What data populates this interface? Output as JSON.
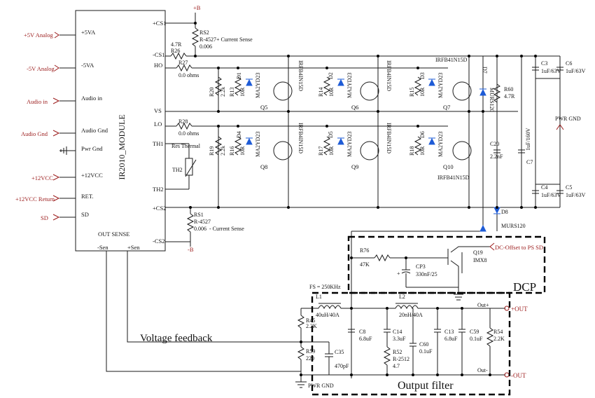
{
  "module": {
    "name": "IR2010_MODULE",
    "out_sense": "OUT SENSE",
    "left_pins": [
      "+5VA",
      "-5VA",
      "Audio in",
      "Audio Gnd",
      "Pwr Gnd",
      "+12VCC",
      "RET.",
      "SD"
    ],
    "right_pins": [
      "+CS1",
      "-CS1",
      "HO",
      "VS",
      "LO",
      "TH1",
      "TH2",
      "+CS2",
      "-CS2"
    ],
    "res_thermal": "Res Thermal",
    "th2": "TH2",
    "bottom_pins": [
      "-Sen",
      "+Sen"
    ]
  },
  "ports": [
    "+5V Analog",
    "-5V Analog",
    "Audio in",
    "Audio Gnd",
    "+12VCC",
    "+12VCC Return",
    "SD"
  ],
  "rails": {
    "plus_b": "+B",
    "minus_b": "-B",
    "pwr_gnd": "PWR GND",
    "pwr_gnd2": "PWR GND"
  },
  "parts": {
    "rs2": [
      "RS2",
      "R-4527+ Current Sense",
      "0.006"
    ],
    "r26": [
      "4.7R",
      "R26"
    ],
    "r27": [
      "R27",
      "0.0 ohms"
    ],
    "r28": [
      "R28",
      "0.0 ohms"
    ],
    "rs1": [
      "RS1",
      "R-4527",
      "0.006",
      "- Current Sense"
    ],
    "gate_r": [
      "R20",
      "2.2k",
      "R13",
      "10R",
      "R14",
      "10R",
      "R15",
      "10R",
      "R19",
      "2.2k",
      "R16",
      "10R",
      "R17",
      "10R",
      "R18",
      "10R"
    ],
    "diodes": [
      "D1",
      "D2",
      "D3",
      "D4",
      "D5",
      "D6"
    ],
    "diode_type": "MA2YD23",
    "mosfets": [
      "Q5",
      "Q6",
      "Q7",
      "Q8",
      "Q9",
      "Q10"
    ],
    "mosfet_type": "IRFB41N15D",
    "mosfet_type_alt": "IRFB4IN15D",
    "d7": [
      "D7",
      "MURS120"
    ],
    "d8": [
      "D8",
      "MURS120"
    ],
    "r60": [
      "R60",
      "4.7R"
    ],
    "c20": [
      "C20",
      "2.2nF"
    ],
    "c7": [
      "1uF/160V",
      "C7"
    ],
    "c3": [
      "C3",
      "1uF/63V"
    ],
    "c6": [
      "C6",
      "1uF/63V"
    ],
    "c4": [
      "C4",
      "1uF/63V"
    ],
    "c5": [
      "C5",
      "1uF/63V"
    ],
    "dcp": [
      "R76",
      "47K",
      "Q19",
      "IMX8",
      "CP3",
      "330nF/25",
      "DC-Offset to PS SD",
      "+"
    ],
    "filter": [
      "FS = 250KHz",
      "L1",
      "40uH/40A",
      "L2",
      "20nH/40A",
      "C8",
      "6.8uF",
      "C14",
      "3.3uF",
      "R52",
      "R-2512",
      "4.7",
      "C60",
      "0.1uF",
      "C13",
      "6.8uF",
      "C59",
      "0.1uF",
      "R54",
      "2.2K",
      "Out+",
      "+OUT",
      "Out-",
      "-OUT"
    ],
    "feedback_r": [
      "R45",
      "2.2K",
      "R59",
      "220",
      "C35",
      "470pF"
    ]
  },
  "labels": {
    "voltage_feedback": "Voltage feedback",
    "dcp": "DCP",
    "output_filter": "Output filter"
  }
}
